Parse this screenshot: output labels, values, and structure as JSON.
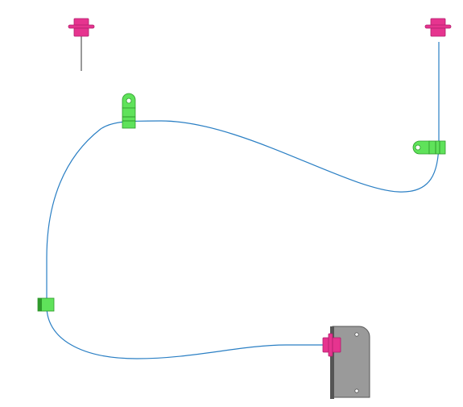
{
  "scene": {
    "background": "#ffffff",
    "colors": {
      "cable": "#2a7fc4",
      "lead_wire": "#333333",
      "connector_fill": "#e6348f",
      "connector_dark": "#b01e6c",
      "clip_fill": "#5fe25a",
      "clip_dark": "#2f9a2c",
      "bracket_fill": "#9a9a9a",
      "bracket_dark": "#555555"
    },
    "parts": [
      {
        "kind": "connector",
        "name": "connector-top-left"
      },
      {
        "kind": "connector",
        "name": "connector-top-right"
      },
      {
        "kind": "clip",
        "name": "clip-top"
      },
      {
        "kind": "clip",
        "name": "clip-right"
      },
      {
        "kind": "clip",
        "name": "clip-left"
      },
      {
        "kind": "connector",
        "name": "connector-bottom"
      },
      {
        "kind": "bracket",
        "name": "mounting-bracket"
      }
    ]
  }
}
